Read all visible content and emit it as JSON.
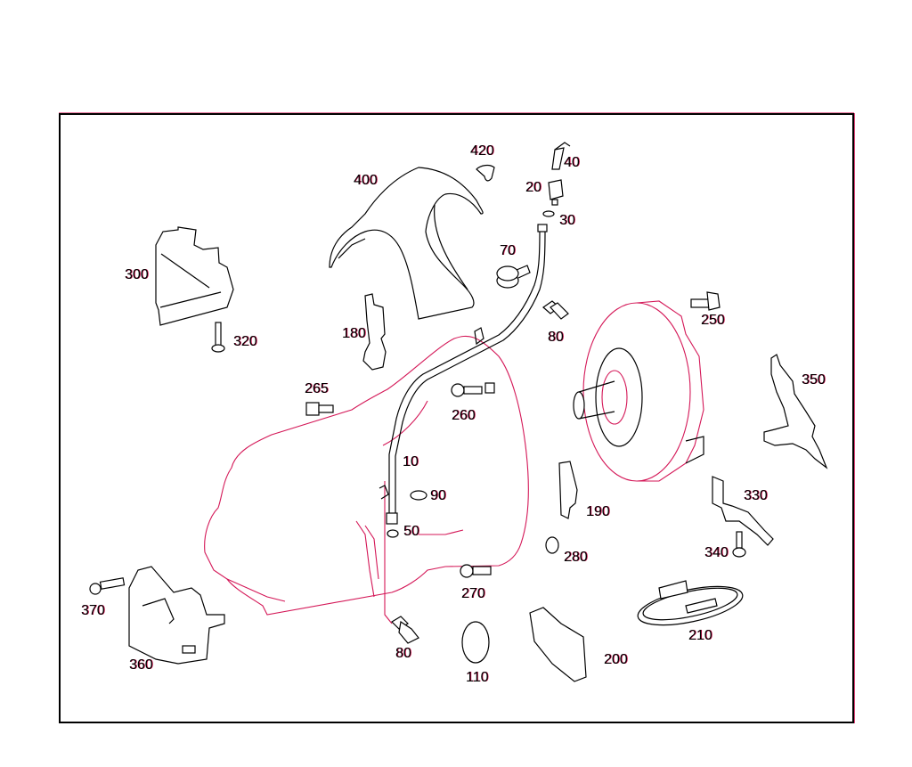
{
  "diagram": {
    "type": "exploded-parts-diagram",
    "subject": "automatic transmission and torque converter assembly",
    "colors": {
      "line": "#000000",
      "fringe": "#d41757",
      "background": "#ffffff"
    },
    "callouts": [
      {
        "id": "c10",
        "label": "10",
        "part": "oil dipstick guide tube"
      },
      {
        "id": "c20",
        "label": "20",
        "part": "cap"
      },
      {
        "id": "c30",
        "label": "30",
        "part": "seal ring"
      },
      {
        "id": "c40",
        "label": "40",
        "part": "locking pin"
      },
      {
        "id": "c50",
        "label": "50",
        "part": "seal ring"
      },
      {
        "id": "c70",
        "label": "70",
        "part": "clamp"
      },
      {
        "id": "c80a",
        "label": "80",
        "part": "bolt"
      },
      {
        "id": "c80b",
        "label": "80",
        "part": "bolt"
      },
      {
        "id": "c90",
        "label": "90",
        "part": "seal ring"
      },
      {
        "id": "c110",
        "label": "110",
        "part": "cover cap"
      },
      {
        "id": "c180",
        "label": "180",
        "part": "bracket"
      },
      {
        "id": "c190",
        "label": "190",
        "part": "bracket"
      },
      {
        "id": "c200",
        "label": "200",
        "part": "cover"
      },
      {
        "id": "c210",
        "label": "210",
        "part": "cover"
      },
      {
        "id": "c250",
        "label": "250",
        "part": "bolt"
      },
      {
        "id": "c260",
        "label": "260",
        "part": "bolt"
      },
      {
        "id": "c265",
        "label": "265",
        "part": "bolt"
      },
      {
        "id": "c270",
        "label": "270",
        "part": "bolt"
      },
      {
        "id": "c280",
        "label": "280",
        "part": "nut"
      },
      {
        "id": "c300",
        "label": "300",
        "part": "bracket"
      },
      {
        "id": "c320",
        "label": "320",
        "part": "bolt"
      },
      {
        "id": "c330",
        "label": "330",
        "part": "bracket"
      },
      {
        "id": "c340",
        "label": "340",
        "part": "bolt"
      },
      {
        "id": "c350",
        "label": "350",
        "part": "bracket"
      },
      {
        "id": "c360",
        "label": "360",
        "part": "transmission mount"
      },
      {
        "id": "c370",
        "label": "370",
        "part": "bolt"
      },
      {
        "id": "c400",
        "label": "400",
        "part": "heat shield"
      },
      {
        "id": "c420",
        "label": "420",
        "part": "clip"
      }
    ],
    "labels": {
      "c10": "10",
      "c20": "20",
      "c30": "30",
      "c40": "40",
      "c50": "50",
      "c70": "70",
      "c80a": "80",
      "c80b": "80",
      "c90": "90",
      "c110": "110",
      "c180": "180",
      "c190": "190",
      "c200": "200",
      "c210": "210",
      "c250": "250",
      "c260": "260",
      "c265": "265",
      "c270": "270",
      "c280": "280",
      "c300": "300",
      "c320": "320",
      "c330": "330",
      "c340": "340",
      "c350": "350",
      "c360": "360",
      "c370": "370",
      "c400": "400",
      "c420": "420"
    }
  }
}
